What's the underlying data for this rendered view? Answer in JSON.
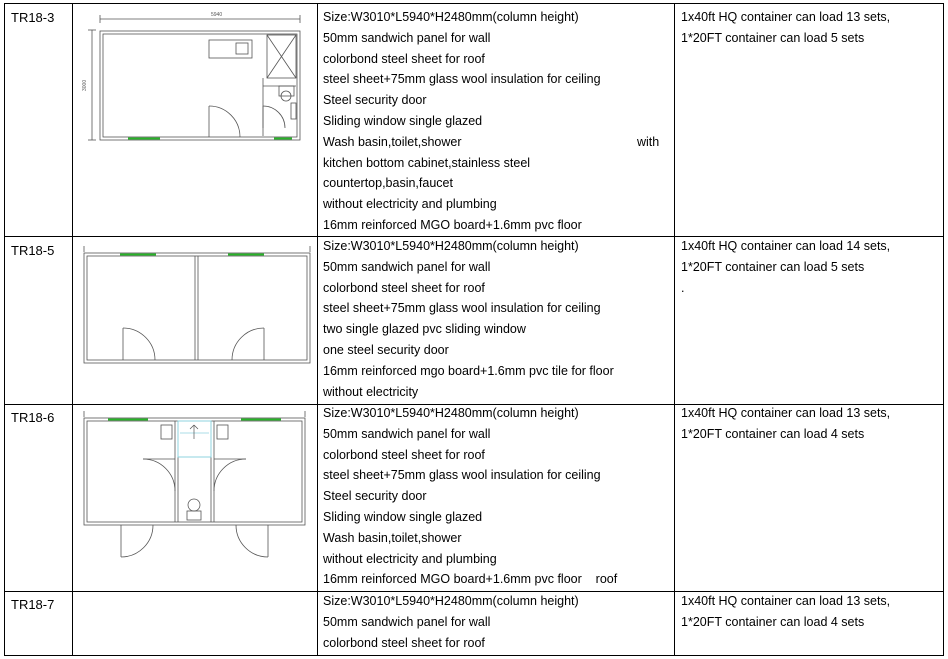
{
  "rows": [
    {
      "code": "TR18-3",
      "spec": [
        "Size:W3010*L5940*H2480mm(column height)",
        "50mm sandwich panel for wall",
        "colorbond steel sheet for roof",
        "steel sheet+75mm glass wool insulation for ceiling",
        "Steel security door",
        "Sliding window single glazed",
        "Wash basin,toilet,shower",
        "kitchen bottom cabinet,stainless steel",
        "countertop,basin,faucet",
        "without electricity and plumbing",
        "16mm reinforced MGO board+1.6mm pvc floor"
      ],
      "spec_trailing_word": "with",
      "load": [
        "1x40ft HQ container can load 13 sets,",
        "1*20FT container can load 5 sets"
      ],
      "plan_dims": {
        "length": "5940",
        "width": "3000"
      }
    },
    {
      "code": "TR18-5",
      "spec": [
        "Size:W3010*L5940*H2480mm(column height)",
        "50mm sandwich panel for wall",
        "colorbond steel sheet for roof",
        "steel sheet+75mm glass wool insulation for ceiling",
        "two single glazed pvc sliding window",
        "one steel security door",
        "16mm reinforced mgo board+1.6mm pvc tile for floor",
        "without electricity"
      ],
      "load": [
        "1x40ft HQ container can load 14 sets,",
        "1*20FT container can load 5 sets",
        "."
      ]
    },
    {
      "code": "TR18-6",
      "spec": [
        "Size:W3010*L5940*H2480mm(column height)",
        "50mm sandwich panel for wall",
        "colorbond steel sheet for roof",
        "steel sheet+75mm glass wool insulation for ceiling",
        "Steel security door",
        "Sliding window single glazed",
        "Wash basin,toilet,shower",
        "without electricity and plumbing",
        "16mm reinforced MGO board+1.6mm pvc floor    roof"
      ],
      "load": [
        "1x40ft HQ container can load 13 sets,",
        "1*20FT container can load 4 sets"
      ]
    },
    {
      "code": "TR18-7",
      "spec": [
        "Size:W3010*L5940*H2480mm(column height)",
        "50mm sandwich panel for wall",
        "colorbond steel sheet for roof"
      ],
      "load": [
        "1x40ft HQ container can load 13 sets,",
        "1*20FT container can load 4 sets"
      ]
    }
  ],
  "colors": {
    "window": "#27b427",
    "wet_area": "#8fd3df",
    "line": "#000000",
    "plan_line": "#555555"
  }
}
